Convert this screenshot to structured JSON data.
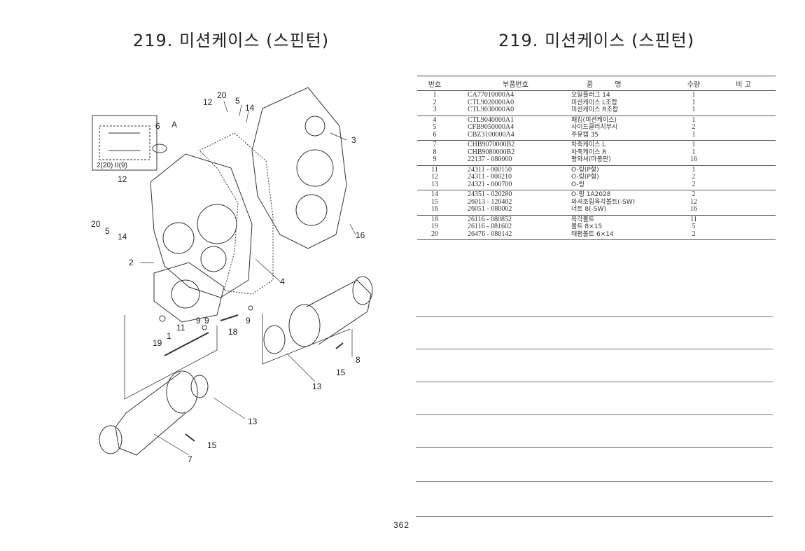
{
  "header": {
    "title_left": "219. 미션케이스 (스핀턴)",
    "title_right": "219. 미션케이스 (스핀턴)"
  },
  "diagram": {
    "labels": [
      "20",
      "5",
      "14",
      "12",
      "6",
      "A",
      "3",
      "12",
      "20",
      "5",
      "14",
      "16",
      "2",
      "4",
      "11",
      "1",
      "9",
      "9",
      "18",
      "9",
      "19",
      "8",
      "13",
      "15",
      "13",
      "15",
      "7"
    ],
    "inset_label": "2(20) II(9)"
  },
  "table": {
    "headers": {
      "no": "번호",
      "part_no": "부품번호",
      "name": "품 명",
      "qty": "수량",
      "remark": "비 고"
    },
    "groups": [
      [
        {
          "no": "1",
          "part_no": "CA77010000A4",
          "name": "오일플러그 14",
          "qty": "1"
        },
        {
          "no": "2",
          "part_no": "CTL9020000A0",
          "name": "미션케이스 L조합",
          "qty": "1"
        },
        {
          "no": "3",
          "part_no": "CTL9030000A0",
          "name": "미션케이스 R조합",
          "qty": "1"
        }
      ],
      [
        {
          "no": "4",
          "part_no": "CTL9040000A1",
          "name": "패킹(미션케이스)",
          "qty": "1"
        },
        {
          "no": "5",
          "part_no": "CFB9050000A4",
          "name": "사이드클러치부시",
          "qty": "2"
        },
        {
          "no": "6",
          "part_no": "CBZ3100000A4",
          "name": "주유캡 35",
          "qty": "1"
        }
      ],
      [
        {
          "no": "7",
          "part_no": "CHB9070000B2",
          "name": "차축케이스 L",
          "qty": "1"
        },
        {
          "no": "8",
          "part_no": "CHB9080000B2",
          "name": "차축케이스 R",
          "qty": "1"
        },
        {
          "no": "9",
          "part_no": "22137 - 080000",
          "name": "평와셔(마봉판)",
          "qty": "16"
        }
      ],
      [
        {
          "no": "11",
          "part_no": "24311 - 000150",
          "name": "O-링(P형)",
          "qty": "1"
        },
        {
          "no": "12",
          "part_no": "24311 - 000210",
          "name": "O-링(P형)",
          "qty": "2"
        },
        {
          "no": "13",
          "part_no": "24321 - 000700",
          "name": "O-링",
          "qty": "2"
        }
      ],
      [
        {
          "no": "14",
          "part_no": "24351 - 020280",
          "name": "O-링 1A2028",
          "qty": "2"
        },
        {
          "no": "15",
          "part_no": "26013 - 120402",
          "name": "와셔조립육각볼트(-SW)",
          "qty": "12"
        },
        {
          "no": "16",
          "part_no": "26051 - 080002",
          "name": "너트 8(-SW)",
          "qty": "16"
        }
      ],
      [
        {
          "no": "18",
          "part_no": "26116 - 080852",
          "name": "육각볼트",
          "qty": "11"
        },
        {
          "no": "19",
          "part_no": "26116 - 081602",
          "name": "볼트 8×15",
          "qty": "5"
        },
        {
          "no": "20",
          "part_no": "26476 - 080142",
          "name": "태평볼트 6×14",
          "qty": "2"
        }
      ]
    ]
  },
  "footer": {
    "page_number": "362"
  }
}
